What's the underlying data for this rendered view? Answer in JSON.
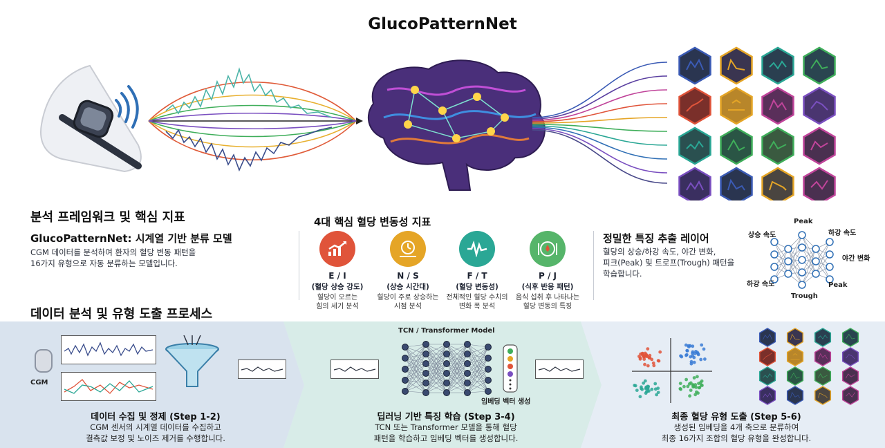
{
  "title": "GlucoPatternNet",
  "framework": {
    "heading": "분석 프레임워크 및 핵심 지표",
    "model_title": "GlucoPatternNet: 시계열 기반 분류 모델",
    "model_desc_1": "CGM 데이터를 분석하여 환자의 혈당 변동 패턴을",
    "model_desc_2": "16가지 유형으로 자동 분류하는 모델입니다."
  },
  "metrics": {
    "heading": "4대 핵심 혈당 변동성 지표",
    "items": [
      {
        "code": "E / I",
        "name": "(혈당 상승 강도)",
        "desc1": "혈당이 오르는",
        "desc2": "힘의 세기 분석",
        "color": "#e0543a"
      },
      {
        "code": "N / S",
        "name": "(상승 시간대)",
        "desc1": "혈당이 주로 상승하는",
        "desc2": "시점 분석",
        "color": "#e5a526"
      },
      {
        "code": "F / T",
        "name": "(혈당 변동성)",
        "desc1": "전체적인 혈당 수치의",
        "desc2": "변화 폭 분석",
        "color": "#2aa795"
      },
      {
        "code": "P / J",
        "name": "(식후 반응 패턴)",
        "desc1": "음식 섭취 후 나타나는",
        "desc2": "혈당 변동의 특징",
        "color": "#56b56a"
      }
    ]
  },
  "features": {
    "heading": "정밀한 특징 추출 레이어",
    "desc1": "혈당의 상승/하강 속도, 야간 변화,",
    "desc2": "피크(Peak) 및 트로프(Trough) 패턴을",
    "desc3": "학습합니다.",
    "labels": {
      "rise": "상승 속도",
      "peak_top": "Peak",
      "fall_right": "하강 속도",
      "night": "야간 변화",
      "fall_left": "하강 속도",
      "peak_right": "Peak",
      "trough": "Trough"
    }
  },
  "process": {
    "heading": "데이터 분석 및 유형 도출 프로세스",
    "cgm_label": "CGM",
    "model_label": "TCN / Transformer Model",
    "embed_label": "임베딩 벡터 생성",
    "steps": [
      {
        "title": "데이터 수집 및 정제 (Step 1-2)",
        "desc1": "CGM 센서의 시계열 데이터를 수집하고",
        "desc2": "결측값 보정 및 노이즈 제거를 수행합니다."
      },
      {
        "title": "딥러닝 기반 특징 학습 (Step 3-4)",
        "desc1": "TCN 또는 Transformer 모델을 통해 혈당",
        "desc2": "패턴을 학습하고 임베딩 벡터를 생성합니다."
      },
      {
        "title": "최종 혈당 유형 도출 (Step 5-6)",
        "desc1": "생성된 임베딩을 4개 축으로 분류하여",
        "desc2": "최종 16가지 조합의 혈당 유형을 완성합니다."
      }
    ]
  },
  "colors": {
    "hex_bg": "#2a3550",
    "accent": "#3a7bd5"
  }
}
